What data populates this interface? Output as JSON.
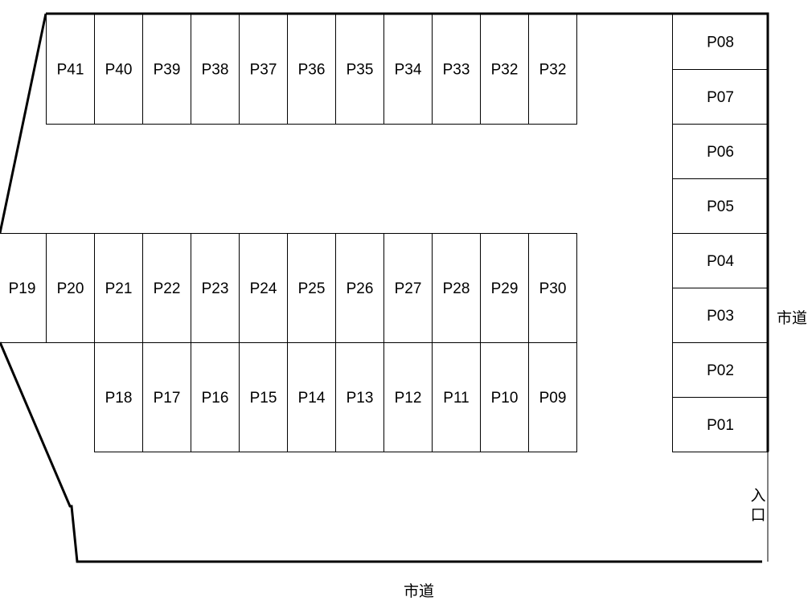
{
  "lot": {
    "rows": [
      {
        "name": "top-row",
        "slots": [
          "P41",
          "P40",
          "P39",
          "P38",
          "P37",
          "P36",
          "P35",
          "P34",
          "P33",
          "P32",
          "P32"
        ]
      },
      {
        "name": "middle-row",
        "slots": [
          "P19",
          "P20",
          "P21",
          "P22",
          "P23",
          "P24",
          "P25",
          "P26",
          "P27",
          "P28",
          "P29",
          "P30"
        ]
      },
      {
        "name": "lower-row",
        "slots": [
          "P18",
          "P17",
          "P16",
          "P15",
          "P14",
          "P13",
          "P12",
          "P11",
          "P10",
          "P09"
        ]
      },
      {
        "name": "right-column",
        "slots": [
          "P08",
          "P07",
          "P06",
          "P05",
          "P04",
          "P03",
          "P02",
          "P01"
        ]
      }
    ]
  },
  "labels": {
    "right_road": "市道",
    "bottom_road": "市道",
    "entrance": "入口"
  }
}
